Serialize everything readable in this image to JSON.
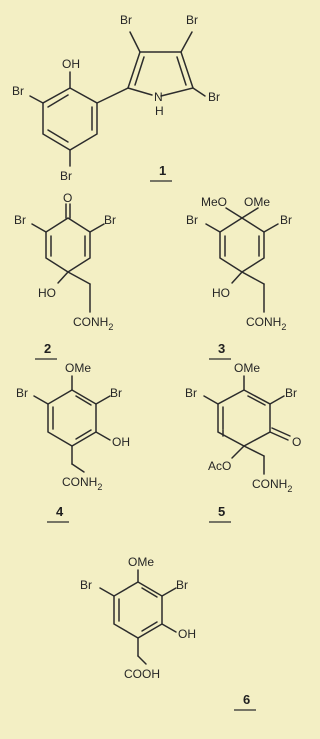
{
  "colors": {
    "background": "#f3efc4",
    "ink": "#262626"
  },
  "compounds": [
    {
      "number": "1",
      "labels": {
        "br_a": "Br",
        "br_b": "Br",
        "br_c": "Br",
        "br_d": "Br",
        "br_e": "Br",
        "oh": "OH",
        "n": "N",
        "h": "H"
      }
    },
    {
      "number": "2",
      "labels": {
        "br_a": "Br",
        "br_b": "Br",
        "o": "O",
        "ho": "HO",
        "conh": "CONH",
        "sub2": "2"
      }
    },
    {
      "number": "3",
      "labels": {
        "br_a": "Br",
        "br_b": "Br",
        "meo": "MeO",
        "ome": "OMe",
        "ho": "HO",
        "conh": "CONH",
        "sub2": "2"
      }
    },
    {
      "number": "4",
      "labels": {
        "br_a": "Br",
        "br_b": "Br",
        "ome": "OMe",
        "oh": "OH",
        "conh": "CONH",
        "sub2": "2"
      }
    },
    {
      "number": "5",
      "labels": {
        "br_a": "Br",
        "br_b": "Br",
        "ome": "OMe",
        "o": "O",
        "aco": "AcO",
        "conh": "CONH",
        "sub2": "2"
      }
    },
    {
      "number": "6",
      "labels": {
        "br_a": "Br",
        "br_b": "Br",
        "ome": "OMe",
        "oh": "OH",
        "cooh": "COOH"
      }
    }
  ]
}
